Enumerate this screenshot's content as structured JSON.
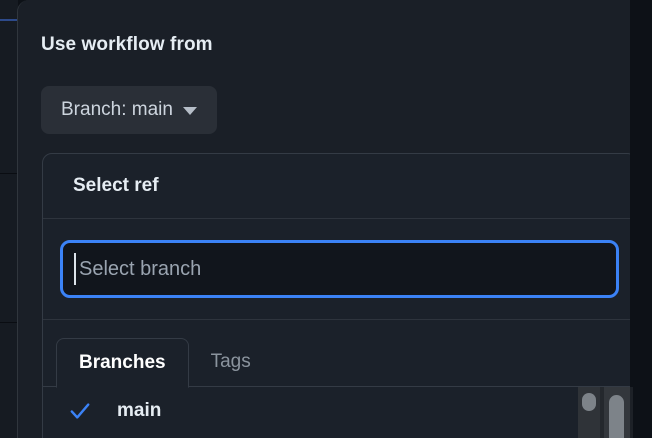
{
  "dialog": {
    "heading": "Use workflow from",
    "branch_button": {
      "label": "Branch: main",
      "icon": "chevron-down-icon"
    }
  },
  "select_ref_panel": {
    "title": "Select ref",
    "search": {
      "value": "",
      "placeholder": "Select branch",
      "focused": true
    },
    "tabs": [
      {
        "label": "Branches",
        "active": true
      },
      {
        "label": "Tags",
        "active": false
      }
    ],
    "branches": [
      {
        "label": "main",
        "selected": true,
        "icon": "check-icon"
      }
    ]
  },
  "colors": {
    "accent_blue": "#3b82f6",
    "dialog_background": "#1a1f27",
    "panel_background": "#1b212a",
    "input_background": "#11151c",
    "button_background": "#2a2f37",
    "border": "#343b45",
    "text_primary": "#e6edf3",
    "text_muted": "#8b949e",
    "scrollbar_thumb": "#7d8389"
  }
}
